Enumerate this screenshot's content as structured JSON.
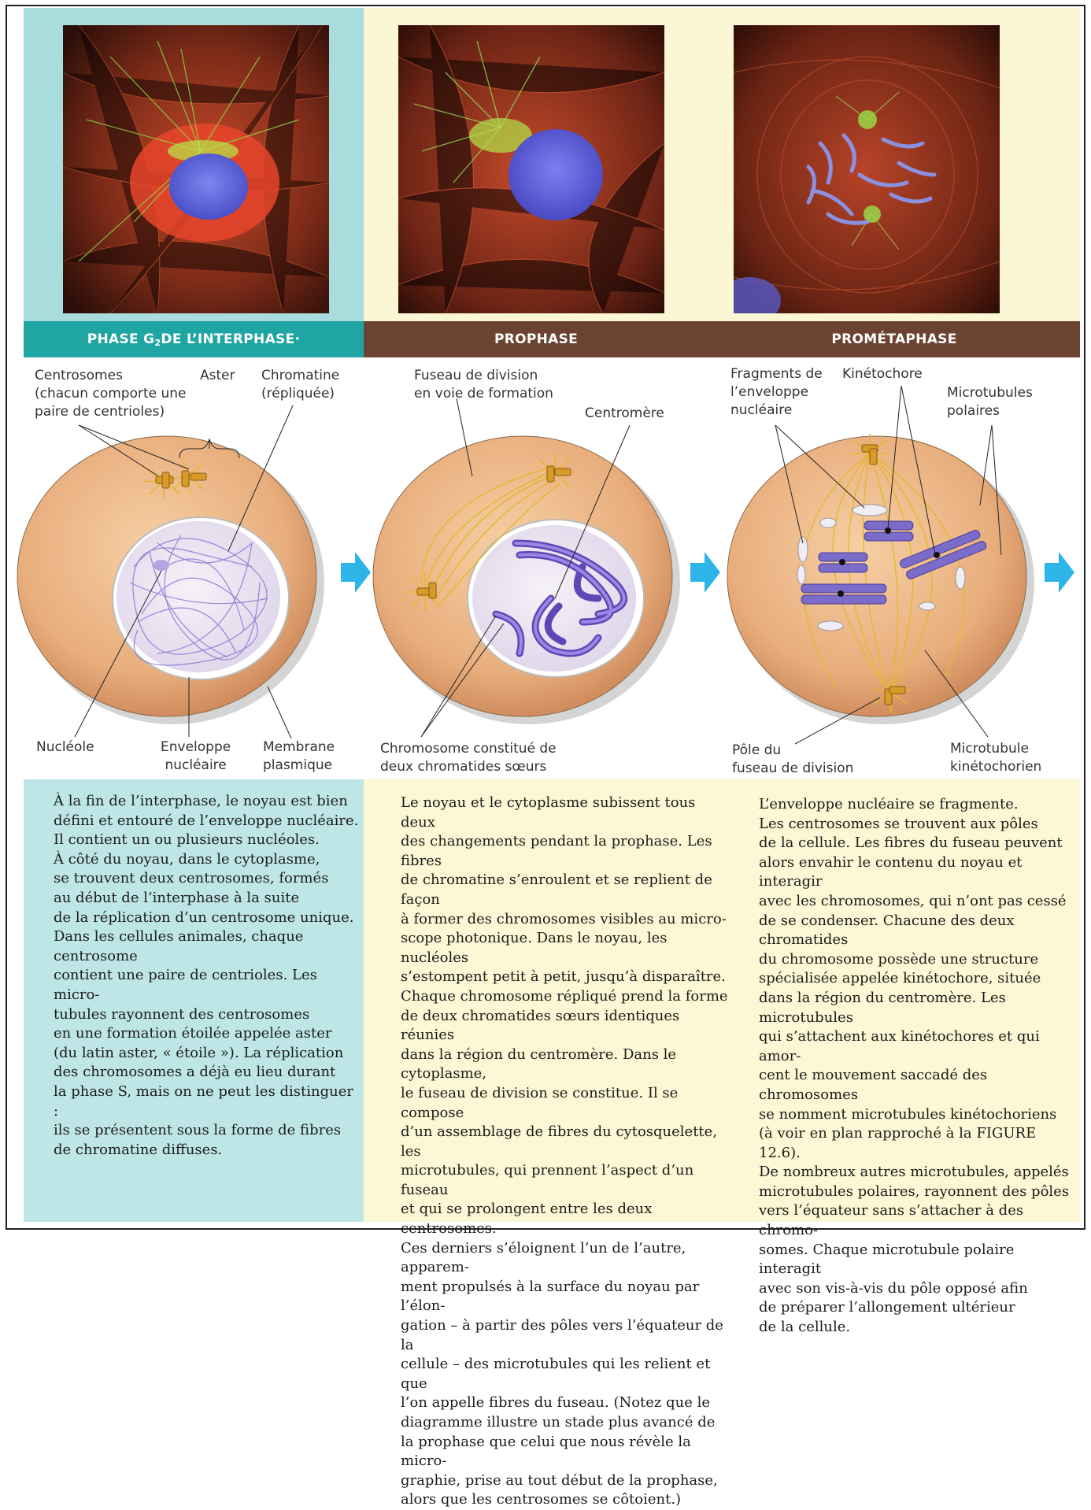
{
  "banners": {
    "phase1": "PHASE G",
    "phase1_sub": "2",
    "phase1_rest": " DE L’INTERPHASE·",
    "phase2": "PROPHASE",
    "phase3": "PROMÉTAPHASE"
  },
  "labels": {
    "centrosomes": "Centrosomes\n(chacun comporte une\npaire de centrioles)",
    "aster": "Aster",
    "chromatine": "Chromatine\n(répliquée)",
    "nucleole": "Nucléole",
    "enveloppe": "Enveloppe\nnucléaire",
    "membrane": "Membrane\nplasmique",
    "fuseau": "Fuseau de division\nen voie de formation",
    "centromere": "Centromère",
    "chromosome": "Chromosome constitué de\ndeux chromatides sœurs",
    "fragments": "Fragments de\nl’enveloppe\nnucléaire",
    "kinetochore": "Kinétochore",
    "microtubules_polaires": "Microtubules\npolaires",
    "pole": "Pôle du\nfuseau de division",
    "microtubule_kineto": "Microtubule\nkinétochorien"
  },
  "texts": {
    "col1": "À la fin de l’interphase, le noyau est bien\ndéfini et entouré de l’enveloppe nucléaire.\nIl contient un ou plusieurs nucléoles.\nÀ côté du noyau, dans le cytoplasme,\nse trouvent deux centrosomes, formés\nau début de l’interphase à la suite\nde la réplication d’un centrosome unique.\nDans les cellules animales, chaque centrosome\ncontient une paire de centrioles. Les micro-\ntubules rayonnent des centrosomes\nen une formation étoilée appelée aster\n(du latin aster, « étoile »). La réplication\ndes chromosomes a déjà eu lieu durant\nla phase S, mais on ne peut les distinguer :\nils se présentent sous la forme de fibres\nde chromatine diffuses.",
    "col2": "Le noyau et le cytoplasme subissent tous deux\ndes changements pendant la prophase. Les fibres\nde chromatine s’enroulent et se replient de façon\nà former des chromosomes visibles au micro-\nscope photonique. Dans le noyau, les nucléoles\ns’estompent petit à petit, jusqu’à disparaître.\nChaque chromosome répliqué prend la forme\nde deux chromatides sœurs identiques réunies\ndans la région du centromère. Dans le cytoplasme,\nle fuseau de division se constitue. Il se compose\nd’un assemblage de fibres du cytosquelette, les\nmicrotubules, qui prennent l’aspect d’un fuseau\net qui se prolongent entre les deux centrosomes.\nCes derniers s’éloignent l’un de l’autre, apparem-\nment propulsés à la surface du noyau par l’élon-\ngation – à partir des pôles vers l’équateur de la\ncellule – des microtubules qui les relient et que\nl’on appelle fibres du fuseau. (Notez que le\ndiagramme illustre un stade plus avancé de\nla prophase que celui que nous révèle la micro-\ngraphie, prise au tout début de la prophase,\nalors que les centrosomes se côtoient.)",
    "col3": "L’enveloppe nucléaire se fragmente.\nLes centrosomes se trouvent aux pôles\nde la cellule. Les fibres du fuseau peuvent\nalors envahir le contenu du noyau et interagir\navec les chromosomes, qui n’ont pas cessé\nde se condenser. Chacune des deux chromatides\ndu chromosome possède une structure\nspécialisée appelée kinétochore, située\ndans la région du centromère. Les microtubules\nqui s’attachent aux kinétochores et qui amor-\ncent le mouvement saccadé des chromosomes\nse nomment microtubules kinétochoriens\n(à voir en plan rapproché à la FIGURE 12.6).\nDe nombreux autres microtubules, appelés\nmicrotubules polaires, rayonnent des pôles\nvers l’équateur sans s’attacher à des chromo-\nsomes. Chaque microtubule polaire interagit\navec son vis-à-vis du pôle opposé afin\nde préparer l’allongement ultérieur\nde la cellule."
  },
  "colors": {
    "teal_banner": "#1fa5a3",
    "brown_banner": "#6b4330",
    "teal_bg": "#a9dcdc",
    "cream_bg": "#fbf6d3",
    "arrow": "#2cb5e6",
    "chromosome": "#7b6cc9"
  }
}
